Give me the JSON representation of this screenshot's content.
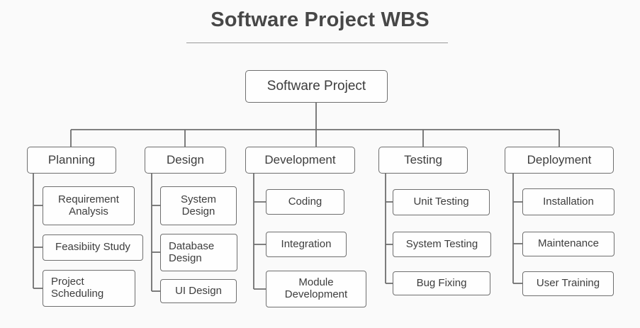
{
  "title": "Software Project WBS",
  "root": "Software Project",
  "branches": [
    {
      "label": "Planning",
      "children": [
        "Requirement Analysis",
        "Feasibiity Study",
        "Project Scheduling"
      ]
    },
    {
      "label": "Design",
      "children": [
        "System Design",
        "Database Design",
        "UI Design"
      ]
    },
    {
      "label": "Development",
      "children": [
        "Coding",
        "Integration",
        "Module Development"
      ]
    },
    {
      "label": "Testing",
      "children": [
        "Unit Testing",
        "System Testing",
        "Bug Fixing"
      ]
    },
    {
      "label": "Deployment",
      "children": [
        "Installation",
        "Maintenance",
        "User Training"
      ]
    }
  ],
  "colors": {
    "background": "#fafafa",
    "box_fill": "#fefefe",
    "box_border": "#6f6f6f",
    "connector": "#6f6f6f",
    "text": "#3d3d3d",
    "title_text": "#474747",
    "title_underline": "#9a9a9a"
  }
}
